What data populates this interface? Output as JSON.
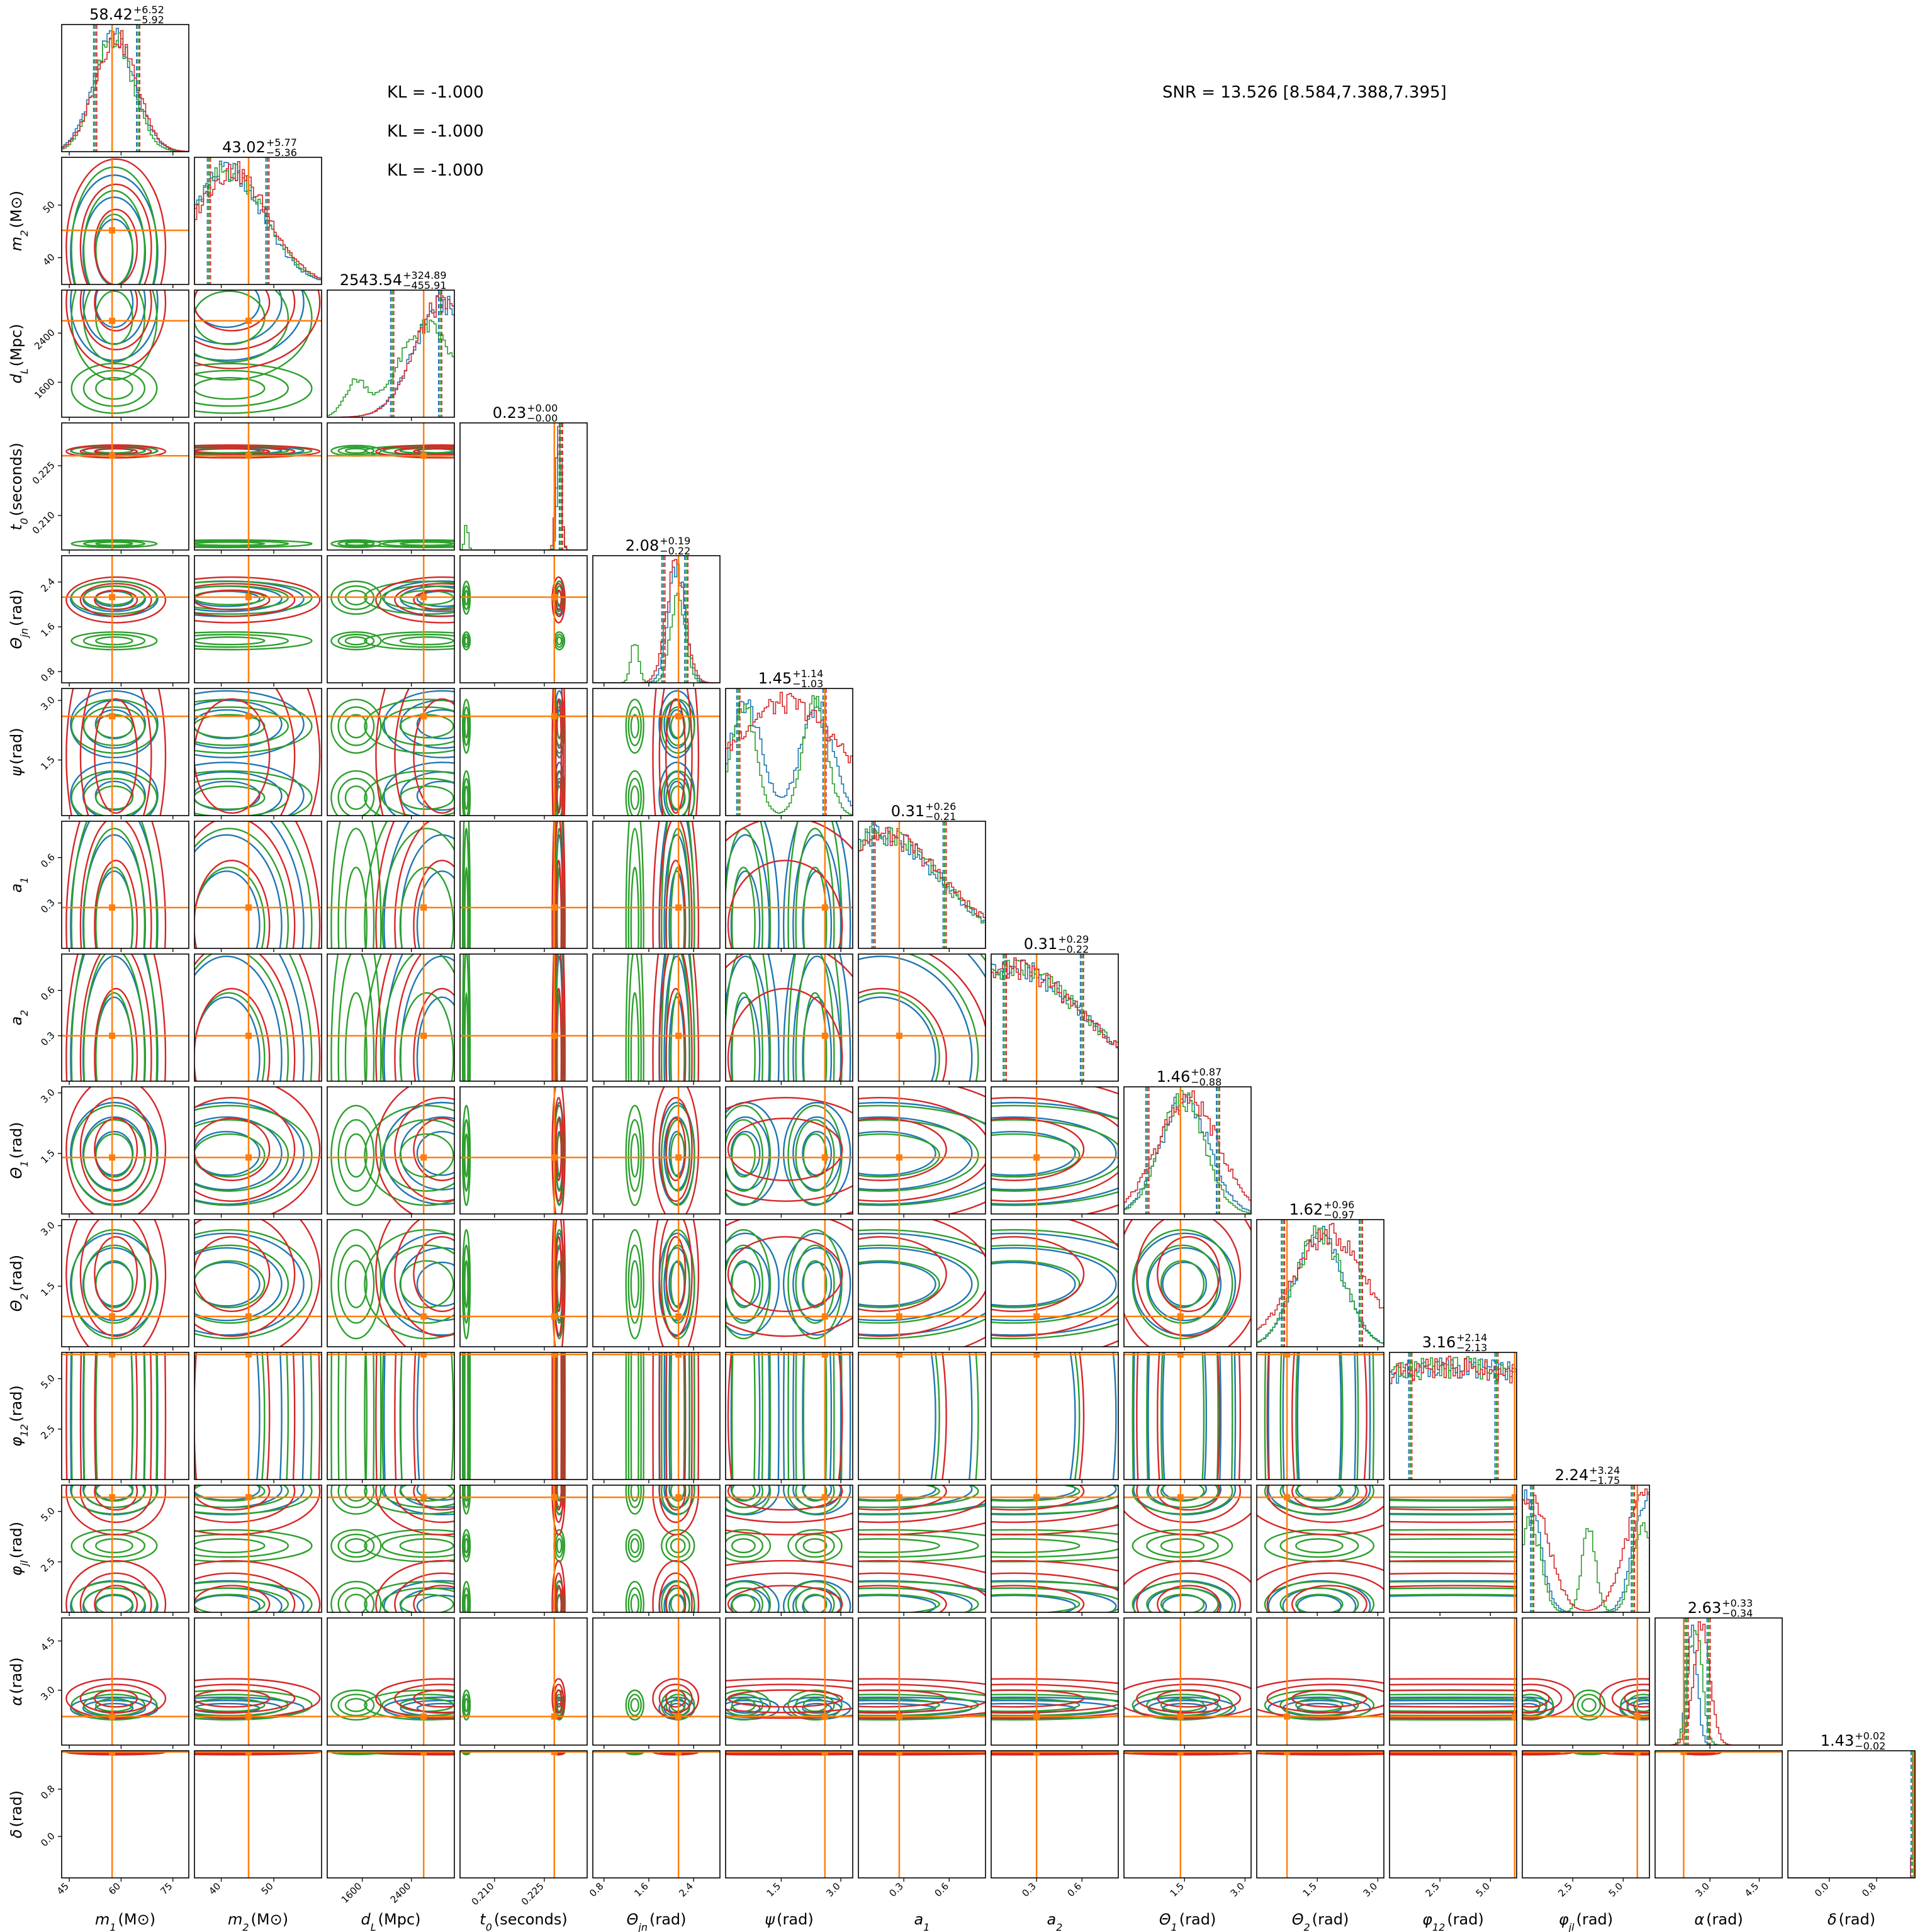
{
  "chart_data": {
    "type": "corner",
    "title": "",
    "annotations": {
      "kl": [
        "KL = -1.000",
        "KL = -1.000",
        "KL = -1.000"
      ],
      "snr": "SNR = 13.526 [8.584,7.388,7.395]"
    },
    "series": [
      {
        "name": "blue",
        "color": "#1f77b4"
      },
      {
        "name": "green",
        "color": "#2ca02c"
      },
      {
        "name": "red",
        "color": "#d62728"
      }
    ],
    "truth_color": "#ff7f0e",
    "parameters": [
      {
        "symbol": "m",
        "sub": "1",
        "unit": "(M⊙)",
        "range": [
          42.8,
          79.6
        ],
        "ticks": [
          "45",
          "60",
          "75"
        ],
        "truth": 57.4,
        "summary": {
          "median": "58.42",
          "plus": "+6.52",
          "minus": "−5.92"
        },
        "modes": {
          "blue": [
            [
              58,
              6,
              1
            ]
          ],
          "green": [
            [
              58,
              5.5,
              1
            ]
          ],
          "red": [
            [
              58.5,
              6,
              1
            ]
          ]
        }
      },
      {
        "symbol": "m",
        "sub": "2",
        "unit": "(M⊙)",
        "range": [
          34.9,
          59.1
        ],
        "ticks": [
          "40",
          "50"
        ],
        "truth": 45.2,
        "summary": {
          "median": "43.02",
          "plus": "+5.77",
          "minus": "−5.36"
        },
        "modes": {
          "blue": [
            [
              41,
              7,
              1
            ]
          ],
          "green": [
            [
              41.5,
              7,
              1
            ]
          ],
          "red": [
            [
              42,
              7,
              1
            ]
          ]
        }
      },
      {
        "symbol": "d",
        "sub": "L",
        "unit": "(Mpc)",
        "range": [
          1030,
          3100
        ],
        "ticks": [
          "1600",
          "2400"
        ],
        "truth": 2600,
        "summary": {
          "median": "2543.54",
          "plus": "+324.89",
          "minus": "−455.91"
        },
        "modes": {
          "blue": [
            [
              2900,
              450,
              1
            ]
          ],
          "green": [
            [
              2650,
              450,
              0.8
            ],
            [
              1500,
              180,
              0.3
            ]
          ],
          "red": [
            [
              2900,
              450,
              1
            ]
          ]
        }
      },
      {
        "symbol": "t",
        "sub": "0",
        "unit": "(seconds)",
        "range": [
          0.1996,
          0.2379
        ],
        "ticks": [
          "0.210",
          "0.225"
        ],
        "truth": 0.228,
        "summary": {
          "median": "0.23",
          "plus": "+0.00",
          "minus": "−0.00"
        },
        "modes": {
          "blue": [
            [
              0.2295,
              0.0007,
              1
            ]
          ],
          "green": [
            [
              0.2295,
              0.0007,
              0.8
            ],
            [
              0.2015,
              0.0005,
              0.25
            ]
          ],
          "red": [
            [
              0.2293,
              0.0008,
              1
            ]
          ]
        }
      },
      {
        "symbol": "Θ",
        "sub": "jn",
        "unit": "(rad)",
        "range": [
          0.6,
          2.87
        ],
        "ticks": [
          "0.8",
          "1.6",
          "2.4"
        ],
        "truth": 2.13,
        "summary": {
          "median": "2.08",
          "plus": "+0.19",
          "minus": "−0.22"
        },
        "modes": {
          "blue": [
            [
              2.1,
              0.15,
              1
            ]
          ],
          "green": [
            [
              2.12,
              0.13,
              0.75
            ],
            [
              1.35,
              0.07,
              0.35
            ]
          ],
          "red": [
            [
              2.08,
              0.17,
              1
            ]
          ]
        }
      },
      {
        "symbol": "ψ",
        "sub": "",
        "unit": "(rad)",
        "range": [
          0.1,
          3.3
        ],
        "ticks": [
          "1.5",
          "3.0"
        ],
        "truth": 2.6,
        "summary": {
          "median": "1.45",
          "plus": "+1.14",
          "minus": "−1.03"
        },
        "modes": {
          "blue": [
            [
              0.6,
              0.4,
              1
            ],
            [
              2.4,
              0.4,
              1
            ]
          ],
          "green": [
            [
              0.55,
              0.3,
              1
            ],
            [
              2.35,
              0.3,
              1
            ]
          ],
          "red": [
            [
              1.6,
              1.4,
              1
            ]
          ]
        }
      },
      {
        "symbol": "a",
        "sub": "1",
        "unit": "",
        "range": [
          0.0,
          0.84
        ],
        "ticks": [
          "0.3",
          "0.6"
        ],
        "truth": 0.27,
        "summary": {
          "median": "0.31",
          "plus": "+0.26",
          "minus": "−0.21"
        },
        "modes": {
          "blue": [
            [
              0.15,
              0.4,
              1
            ]
          ],
          "green": [
            [
              0.15,
              0.4,
              1
            ]
          ],
          "red": [
            [
              0.15,
              0.42,
              1
            ]
          ]
        }
      },
      {
        "symbol": "a",
        "sub": "2",
        "unit": "",
        "range": [
          0.0,
          0.84
        ],
        "ticks": [
          "0.3",
          "0.6"
        ],
        "truth": 0.3,
        "summary": {
          "median": "0.31",
          "plus": "+0.29",
          "minus": "−0.22"
        },
        "modes": {
          "blue": [
            [
              0.15,
              0.45,
              1
            ]
          ],
          "green": [
            [
              0.15,
              0.45,
              1
            ]
          ],
          "red": [
            [
              0.15,
              0.45,
              1
            ]
          ]
        }
      },
      {
        "symbol": "Θ",
        "sub": "1",
        "unit": "(rad)",
        "range": [
          0.0,
          3.15
        ],
        "ticks": [
          "1.5",
          "3.0"
        ],
        "truth": 1.4,
        "summary": {
          "median": "1.46",
          "plus": "+0.87",
          "minus": "−0.88"
        },
        "modes": {
          "blue": [
            [
              1.5,
              0.6,
              1
            ]
          ],
          "green": [
            [
              1.45,
              0.55,
              1
            ]
          ],
          "red": [
            [
              1.6,
              0.75,
              1
            ]
          ]
        }
      },
      {
        "symbol": "Θ",
        "sub": "2",
        "unit": "(rad)",
        "range": [
          0.0,
          3.15
        ],
        "ticks": [
          "1.5",
          "3.0"
        ],
        "truth": 0.75,
        "summary": {
          "median": "1.62",
          "plus": "+0.96",
          "minus": "−0.97"
        },
        "modes": {
          "blue": [
            [
              1.55,
              0.6,
              1
            ]
          ],
          "green": [
            [
              1.55,
              0.6,
              1
            ]
          ],
          "red": [
            [
              1.8,
              0.9,
              1
            ]
          ]
        }
      },
      {
        "symbol": "φ",
        "sub": "12",
        "unit": "(rad)",
        "range": [
          0.0,
          6.3
        ],
        "ticks": [
          "2.5",
          "5.0"
        ],
        "truth": 6.2,
        "summary": {
          "median": "3.16",
          "plus": "+2.14",
          "minus": "−2.13"
        },
        "modes": {
          "blue": [
            [
              3.15,
              9,
              1
            ]
          ],
          "green": [
            [
              3.15,
              9,
              1
            ]
          ],
          "red": [
            [
              3.15,
              9,
              1
            ]
          ]
        }
      },
      {
        "symbol": "φ",
        "sub": "jl",
        "unit": "(rad)",
        "range": [
          0.0,
          6.3
        ],
        "ticks": [
          "2.5",
          "5.0"
        ],
        "truth": 5.7,
        "summary": {
          "median": "2.24",
          "plus": "+3.24",
          "minus": "−1.75"
        },
        "modes": {
          "blue": [
            [
              0.3,
              0.6,
              1
            ],
            [
              6.1,
              0.6,
              1
            ]
          ],
          "green": [
            [
              0.4,
              0.5,
              0.8
            ],
            [
              3.3,
              0.35,
              0.7
            ],
            [
              6.0,
              0.5,
              0.8
            ]
          ],
          "red": [
            [
              0.4,
              0.9,
              1
            ],
            [
              6.0,
              0.9,
              1
            ]
          ]
        }
      },
      {
        "symbol": "α",
        "sub": "",
        "unit": "(rad)",
        "range": [
          1.33,
          5.2
        ],
        "ticks": [
          "3.0",
          "4.5"
        ],
        "truth": 2.2,
        "summary": {
          "median": "2.63",
          "plus": "+0.33",
          "minus": "−0.34"
        },
        "modes": {
          "blue": [
            [
              2.45,
              0.16,
              1
            ]
          ],
          "green": [
            [
              2.55,
              0.2,
              1
            ]
          ],
          "red": [
            [
              2.75,
              0.25,
              1
            ]
          ]
        }
      },
      {
        "symbol": "δ",
        "sub": "",
        "unit": "(rad)",
        "range": [
          -0.7,
          1.45
        ],
        "ticks": [
          "0.0",
          "0.8"
        ],
        "truth": 1.43,
        "summary": {
          "median": "1.43",
          "plus": "+0.02",
          "minus": "−0.02"
        },
        "modes": {
          "blue": [
            [
              1.43,
              0.02,
              1
            ]
          ],
          "green": [
            [
              1.43,
              0.02,
              1
            ]
          ],
          "red": [
            [
              1.43,
              0.02,
              1
            ]
          ]
        }
      }
    ]
  }
}
